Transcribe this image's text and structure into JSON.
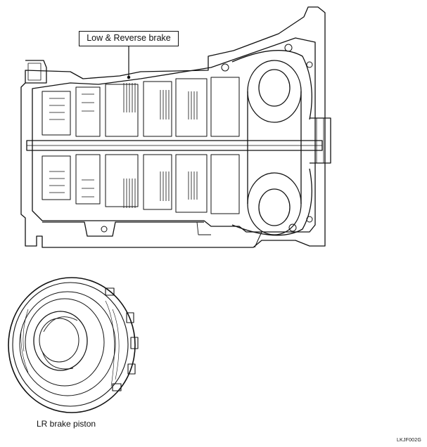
{
  "callout": {
    "text": "Low & Reverse brake"
  },
  "piston_caption": {
    "text": "LR brake piston"
  },
  "figure_code": {
    "text": "LKJF002G"
  }
}
